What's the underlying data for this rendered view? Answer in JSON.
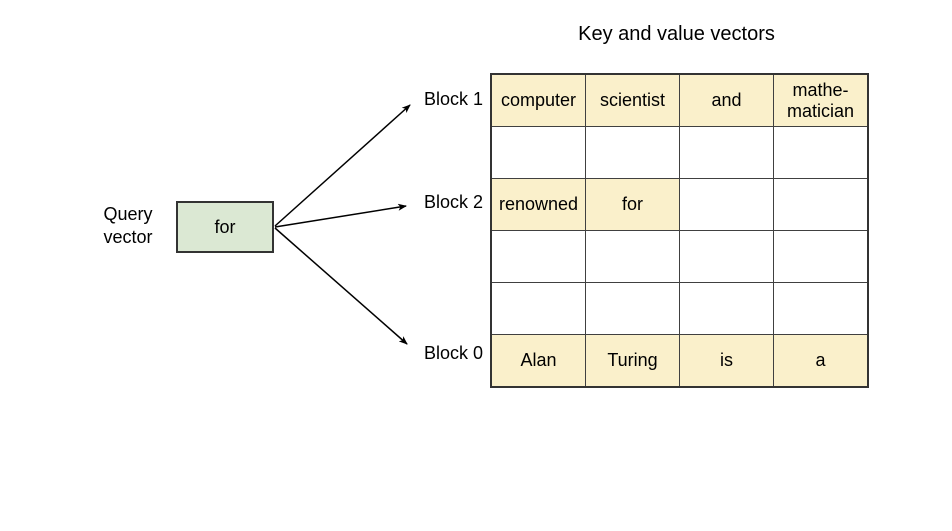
{
  "title": "Key and value vectors",
  "query": {
    "label": "Query\nvector",
    "box_text": "for"
  },
  "blocks": [
    {
      "label": "Block 1"
    },
    {
      "label": "Block 2"
    },
    {
      "label": "Block 0"
    }
  ],
  "table": {
    "rows": [
      {
        "cells": [
          "computer",
          "scientist",
          "and",
          "mathe-\nmatician"
        ],
        "highlight": [
          true,
          true,
          true,
          true
        ]
      },
      {
        "cells": [
          "",
          "",
          "",
          ""
        ],
        "highlight": [
          false,
          false,
          false,
          false
        ]
      },
      {
        "cells": [
          "renowned",
          "for",
          "",
          ""
        ],
        "highlight": [
          true,
          true,
          false,
          false
        ]
      },
      {
        "cells": [
          "",
          "",
          "",
          ""
        ],
        "highlight": [
          false,
          false,
          false,
          false
        ]
      },
      {
        "cells": [
          "",
          "",
          "",
          ""
        ],
        "highlight": [
          false,
          false,
          false,
          false
        ]
      },
      {
        "cells": [
          "Alan",
          "Turing",
          "is",
          "a"
        ],
        "highlight": [
          true,
          true,
          true,
          true
        ]
      }
    ]
  },
  "colors": {
    "background": "#ffffff",
    "text": "#000000",
    "highlight_fill": "#faf0cb",
    "query_box_fill": "#dbe8d3",
    "grid_border": "#404040",
    "outer_border": "#333333",
    "arrow": "#000000"
  }
}
